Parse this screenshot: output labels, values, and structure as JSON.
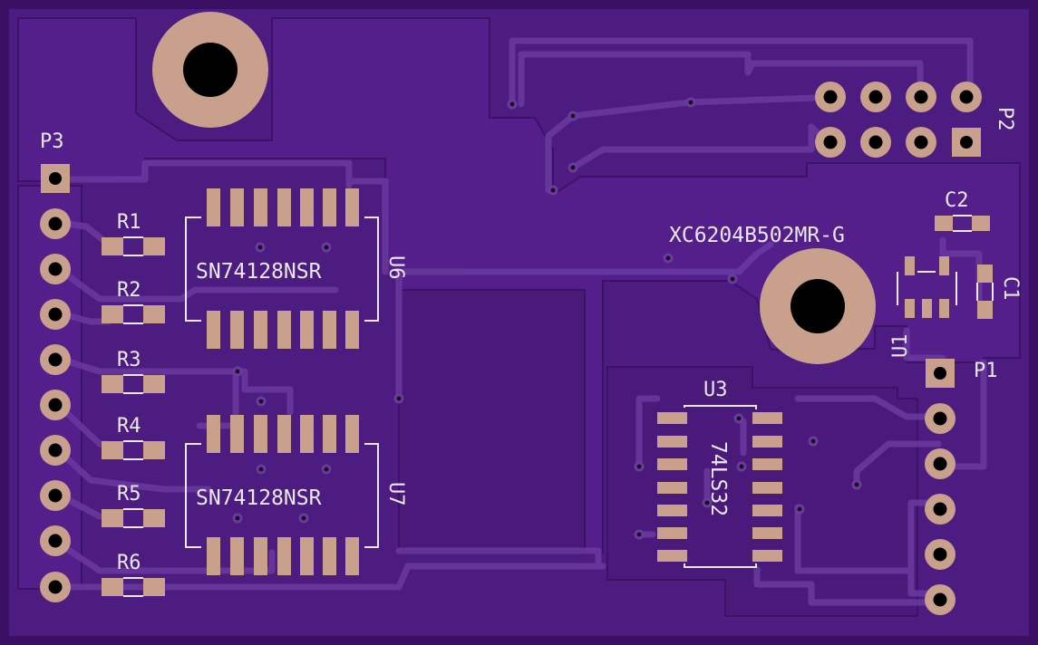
{
  "colors": {
    "substrate": "#4b1a7c",
    "fill": "#531f86",
    "trace": "#5f2c95",
    "trace_edge": "#3a1060",
    "copper": "#c9a08c",
    "hole": "#000000",
    "silk": "#e8e8ee"
  },
  "labels": {
    "p1": "P1",
    "p2": "P2",
    "p3": "P3",
    "r1": "R1",
    "r2": "R2",
    "r3": "R3",
    "r4": "R4",
    "r5": "R5",
    "r6": "R6",
    "c1": "C1",
    "c2": "C2",
    "u1_ref": "U1",
    "u1_value": "XC6204B502MR-G",
    "u3_ref": "U3",
    "u3_value": "74LS32",
    "u6_ref": "U6",
    "u6_value": "SN74128NSR",
    "u7_ref": "U7",
    "u7_value": "SN74128NSR"
  }
}
